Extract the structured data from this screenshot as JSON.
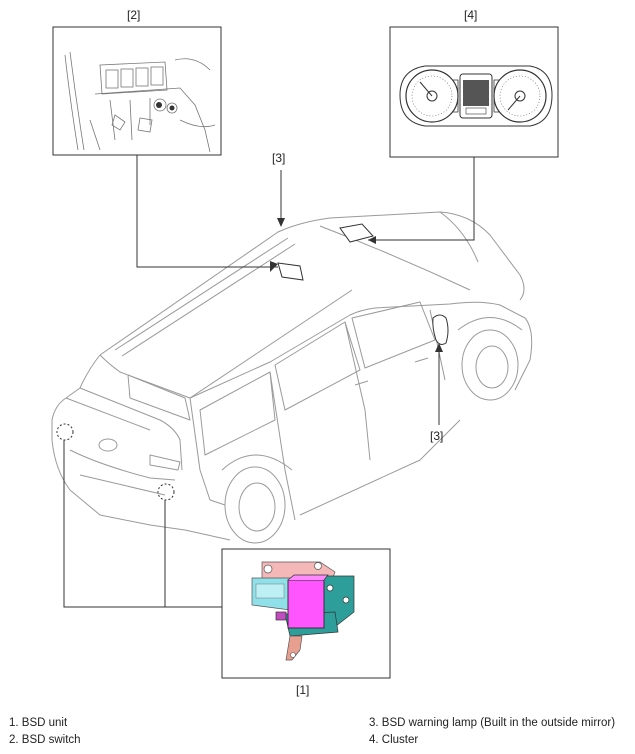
{
  "callouts": {
    "c1": "[1]",
    "c2": "[2]",
    "c3_top": "[3]",
    "c3_mirror": "[3]",
    "c4": "[4]"
  },
  "legend": {
    "item1": "1. BSD unit",
    "item2": "2. BSD switch",
    "item3": "3. BSD warning lamp (Built in the outside mirror)",
    "item4": "4. Cluster"
  },
  "colors": {
    "line": "#333333",
    "car_outline": "#9a9a9a",
    "unit_body": "#ff55ff",
    "bracket_teal": "#2e9e9a",
    "bracket_cyan": "#8fe0e8",
    "bracket_pink": "#f5b8b8"
  }
}
